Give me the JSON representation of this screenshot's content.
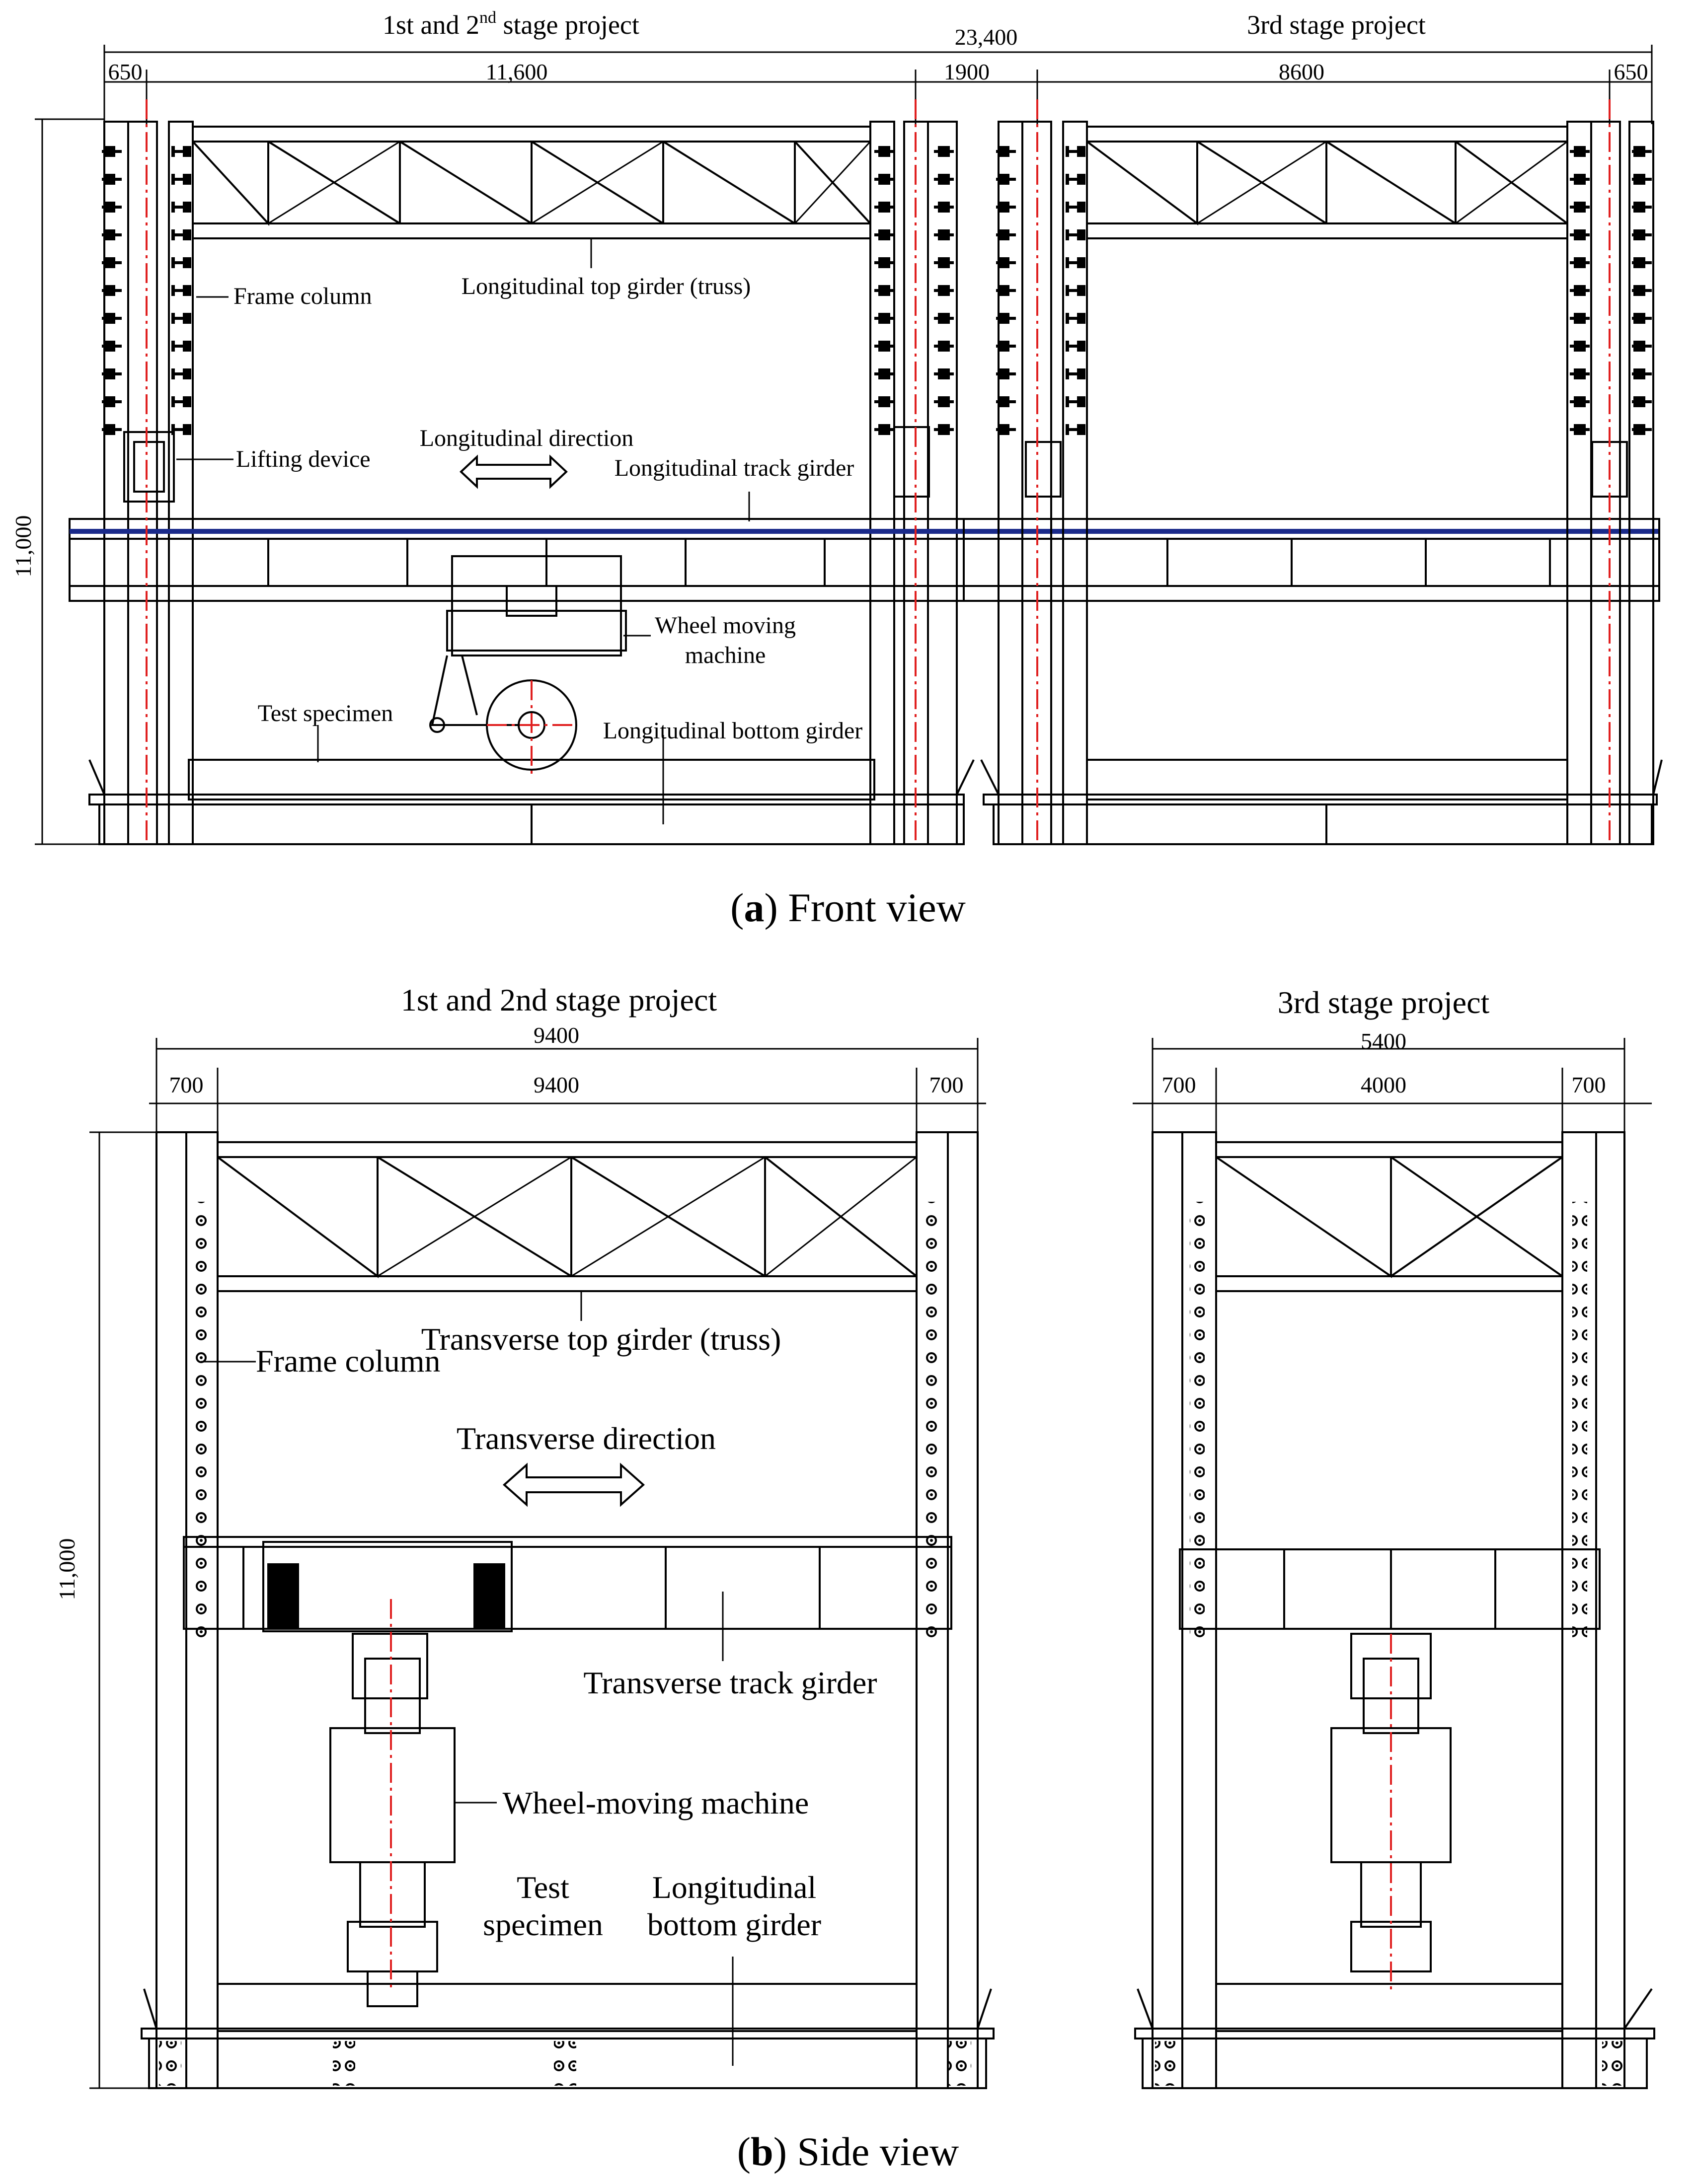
{
  "front": {
    "header_left": "1st and 2",
    "header_left_sup": "nd",
    "header_left_tail": " stage project",
    "header_right": "3rd stage project",
    "dims": {
      "overall": "23,400",
      "d650_left": "650",
      "d11600": "11,600",
      "d1900": "1900",
      "d8600": "8600",
      "d650_right": "650",
      "height": "11,000"
    },
    "labels": {
      "frame_column": "Frame column",
      "top_girder": "Longitudinal top girder (truss)",
      "lifting_device": "Lifting device",
      "direction": "Longitudinal direction",
      "track_girder": "Longitudinal track girder",
      "wheel_machine_1": "Wheel moving",
      "wheel_machine_2": "machine",
      "test_specimen": "Test specimen",
      "bottom_girder": "Longitudinal bottom girder"
    },
    "caption_letter": "a",
    "caption_text": "Front view"
  },
  "side": {
    "header_left": "1st and 2nd stage project",
    "header_right": "3rd stage project",
    "dims": {
      "overall_left": "9400",
      "d700_a": "700",
      "inner_left": "9400",
      "d700_b": "700",
      "overall_right": "5400",
      "d700_c": "700",
      "inner_right": "4000",
      "d700_d": "700",
      "height": "11,000"
    },
    "labels": {
      "frame_column": "Frame column",
      "top_girder": "Transverse top girder (truss)",
      "direction": "Transverse direction",
      "track_girder": "Transverse track girder",
      "wheel_machine": "Wheel-moving machine",
      "test_specimen_1": "Test",
      "test_specimen_2": "specimen",
      "bottom_girder_1": "Longitudinal",
      "bottom_girder_2": "bottom girder"
    },
    "caption_letter": "b",
    "caption_text": "Side view"
  },
  "colors": {
    "line": "#000000",
    "centerline": "#e02020",
    "rail": "#1a2a8a"
  }
}
